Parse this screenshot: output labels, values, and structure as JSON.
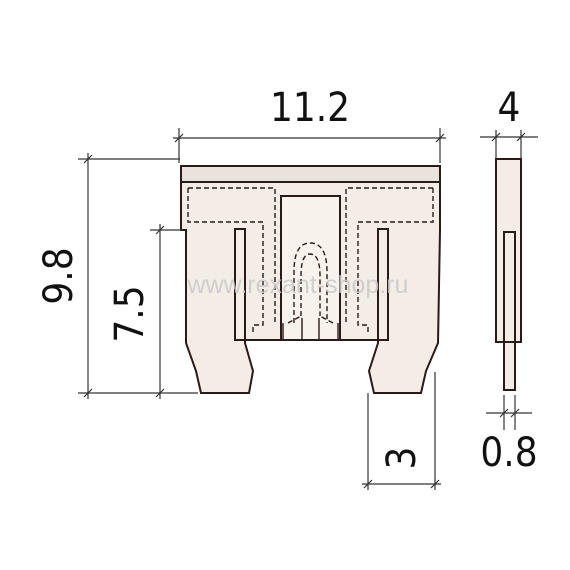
{
  "dimensions": {
    "width": "11.2",
    "total_height": "9.8",
    "blade_height": "7.5",
    "blade_width": "3",
    "thickness": "4",
    "blade_thickness": "0.8"
  },
  "watermark": "www.rexant-shop.ru",
  "colors": {
    "outline": "#2a1a18",
    "body_fill": "#f4ede6",
    "cap_fill": "#e9e3db",
    "dim_line": "#333333"
  }
}
